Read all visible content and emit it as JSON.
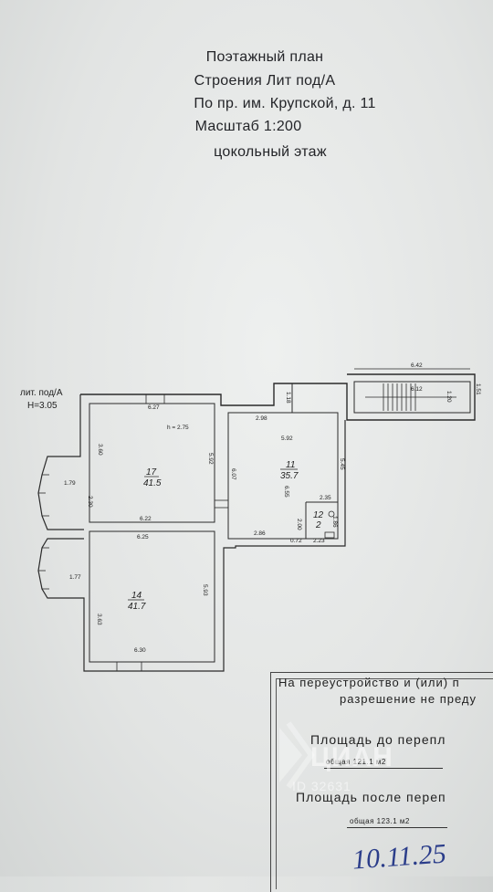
{
  "title": {
    "line1": "Поэтажный план",
    "line2": "Строения Лит под/А",
    "line3": "По пр. им. Крупской, д. 11",
    "line4": "Масштаб 1:200",
    "line5": "цокольный этаж"
  },
  "plan": {
    "lit_label": "лит. под/А",
    "height_label": "Н=3.05",
    "rooms": [
      {
        "number": "17",
        "area": "41.5"
      },
      {
        "number": "11",
        "area": "35.7"
      },
      {
        "number": "12",
        "area": "2"
      },
      {
        "number": "14",
        "area": "41.7"
      }
    ],
    "dimensions": {
      "d1": "6.27",
      "d2": "h = 2.75",
      "d3": "3.60",
      "d4": "1.79",
      "d5": "2.30",
      "d6": "5.92",
      "d7": "6.22",
      "d8": "6.25",
      "d9": "1.77",
      "d10": "3.63",
      "d11": "5.93",
      "d12": "6.30",
      "d13": "2.98",
      "d14": "1.18",
      "d15": "5.92",
      "d16": "6.07",
      "d17": "5.45",
      "d18": "6.55",
      "d19": "2.35",
      "d20": "2.00",
      "d21": "2.86",
      "d22": "0.72",
      "d23": "2.23",
      "d24": "1.86",
      "d25": "6.42",
      "d26": "6.12",
      "d27": "1.20",
      "d28": "1.51"
    }
  },
  "stamp": {
    "line1": "На переустройство и (или) п",
    "line2": "разрешение не преду",
    "line3": "Площадь до перепл",
    "line4": "общая  121.1  м2",
    "line5": "Площадь после переп",
    "line6": "общая  123.1  м2",
    "signature": "10.11.25"
  },
  "watermark": {
    "brand": "ЦИАН",
    "id": "ID 32631"
  }
}
